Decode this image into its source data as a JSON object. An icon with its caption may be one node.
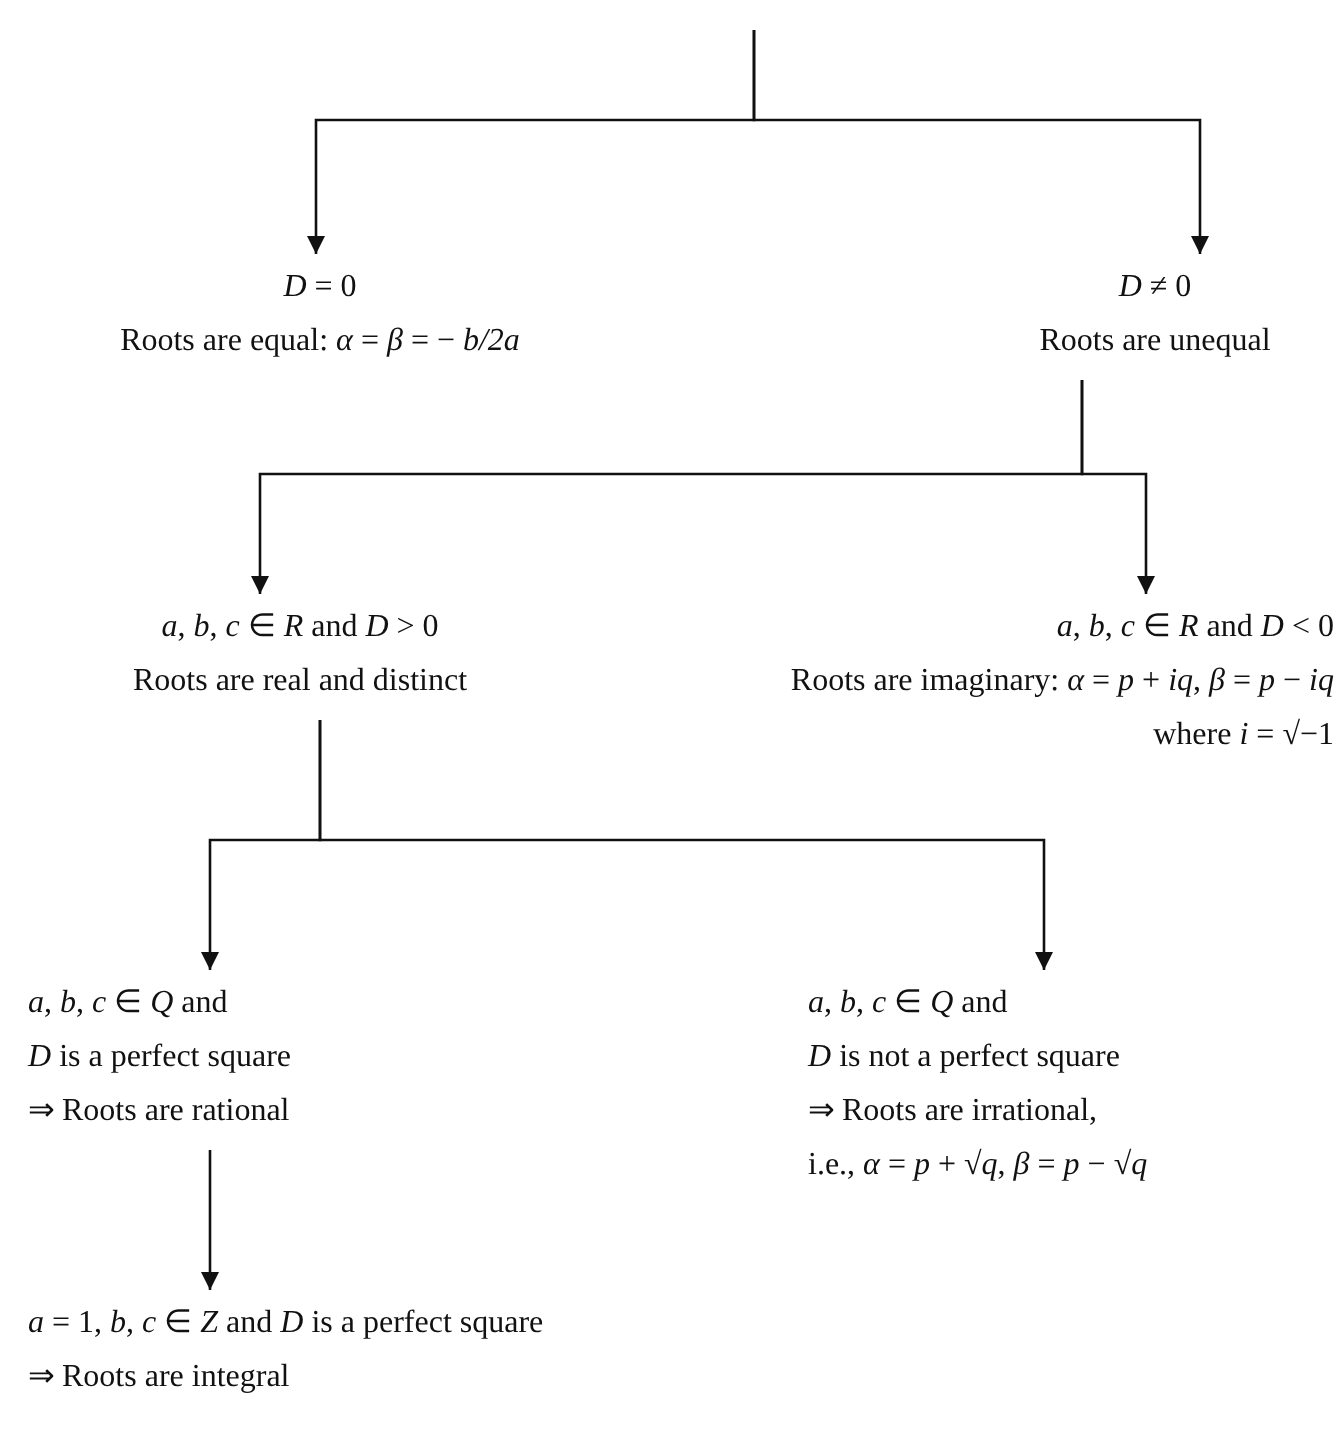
{
  "diagram": {
    "nodes": [
      {
        "text": [
          "*D* = 0",
          "Roots are equal: *α* = *β* = − *b/2a*"
        ]
      },
      {
        "text": [
          "*D* ≠ 0",
          "Roots are unequal"
        ]
      },
      {
        "text": [
          "*a*, *b*, *c* ∈ *R* and *D* > 0",
          "Roots are real and distinct"
        ]
      },
      {
        "text": [
          "*a*, *b*, *c* ∈ *R* and *D* < 0",
          "Roots are imaginary: *α* = *p* + *iq*, *β* = *p* − *iq*",
          "where *i* = √−1"
        ]
      },
      {
        "text": [
          "*a*, *b*, *c* ∈ *Q* and",
          "*D* is a perfect square",
          "⇒ Roots are rational"
        ]
      },
      {
        "text": [
          "*a*, *b*, *c* ∈ *Q* and",
          "*D* is not a perfect square",
          "⇒ Roots are irrational,",
          "i.e., *α* = *p* + √*q*, *β* = *p* − √*q*"
        ]
      },
      {
        "text": [
          "*a* = 1, *b*, *c* ∈ *Z* and *D* is a perfect square",
          "⇒ Roots are integral"
        ]
      }
    ],
    "edges": [
      {
        "from": null,
        "to": 0,
        "arrow": "to"
      },
      {
        "from": null,
        "to": 1,
        "arrow": "to"
      },
      {
        "from": 1,
        "to": 2,
        "arrow": "to"
      },
      {
        "from": 1,
        "to": 3,
        "arrow": "to"
      },
      {
        "from": 2,
        "to": 4,
        "arrow": "to"
      },
      {
        "from": 2,
        "to": 5,
        "arrow": "to"
      },
      {
        "from": 4,
        "to": 6,
        "arrow": "to"
      }
    ]
  }
}
